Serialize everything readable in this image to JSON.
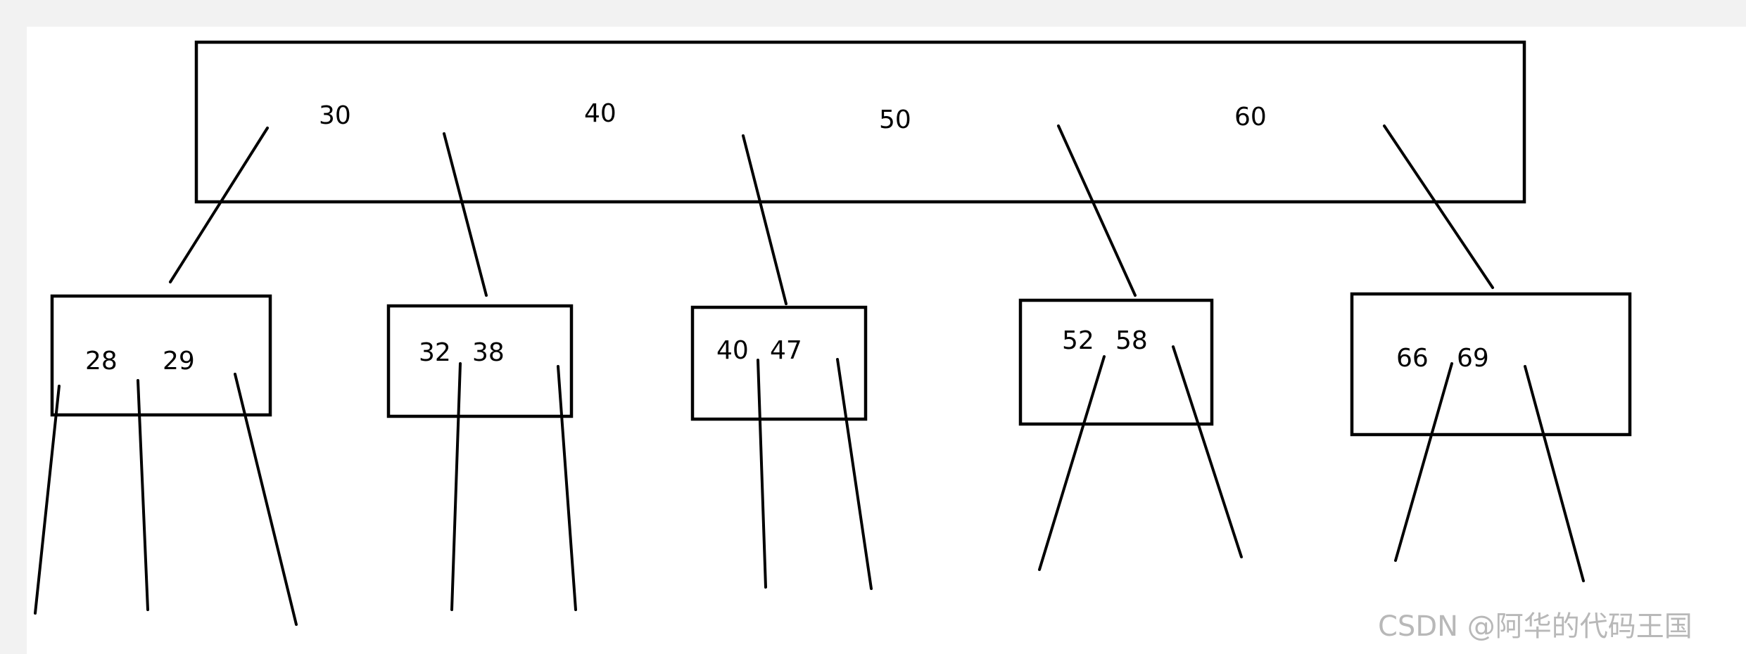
{
  "diagram": {
    "root": {
      "keys": [
        "30",
        "40",
        "50",
        "60"
      ]
    },
    "children": [
      {
        "keys": [
          "28",
          "29"
        ]
      },
      {
        "keys": [
          "32",
          "38"
        ]
      },
      {
        "keys": [
          "40",
          "47"
        ]
      },
      {
        "keys": [
          "52",
          "58"
        ]
      },
      {
        "keys": [
          "66",
          "69"
        ]
      }
    ]
  },
  "watermark": "CSDN @阿华的代码王国",
  "colors": {
    "background": "#f2f2f2",
    "canvas": "#ffffff",
    "stroke": "#000000",
    "text": "#000000",
    "watermark": "#b8b8b8"
  }
}
